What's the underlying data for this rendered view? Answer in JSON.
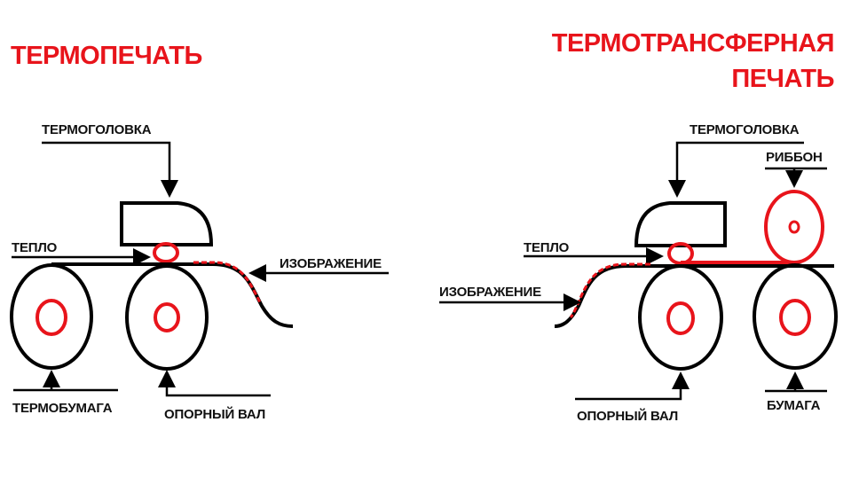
{
  "colors": {
    "accent": "#e8141b",
    "ink": "#000000"
  },
  "left_diagram": {
    "title": "ТЕРМОПЕЧАТЬ",
    "labels": {
      "head": "ТЕРМОГОЛОВКА",
      "heat": "ТЕПЛО",
      "image": "ИЗОБРАЖЕНИЕ",
      "paper": "ТЕРМОБУМАГА",
      "platen": "ОПОРНЫЙ ВАЛ"
    }
  },
  "right_diagram": {
    "title_line1": "ТЕРМОТРАНСФЕРНАЯ",
    "title_line2": "ПЕЧАТЬ",
    "labels": {
      "head": "ТЕРМОГОЛОВКА",
      "ribbon": "РИББОН",
      "heat": "ТЕПЛО",
      "image": "ИЗОБРАЖЕНИЕ",
      "platen": "ОПОРНЫЙ ВАЛ",
      "paper": "БУМАГА"
    }
  }
}
